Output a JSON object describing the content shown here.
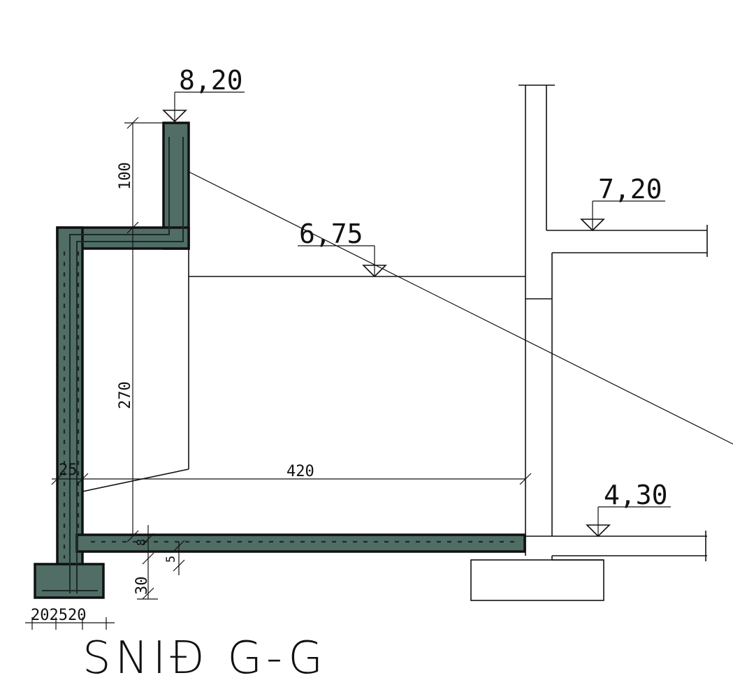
{
  "title": "SNIĐ G-G",
  "colors": {
    "concrete": "#506d66",
    "line": "#111111",
    "background": "#ffffff"
  },
  "levels": [
    {
      "id": "top-of-wall",
      "label": "8,20"
    },
    {
      "id": "roof-level",
      "label": "7,20"
    },
    {
      "id": "mid-level",
      "label": "6,75"
    },
    {
      "id": "floor-level",
      "label": "4,30"
    }
  ],
  "dimensions": {
    "parapet_height": "100",
    "wall_height": "270",
    "span": "420",
    "wall_thickness": "25",
    "slab_top": "8",
    "slab_step": "5",
    "slab_depth": "30",
    "footing_parts": "202520"
  }
}
